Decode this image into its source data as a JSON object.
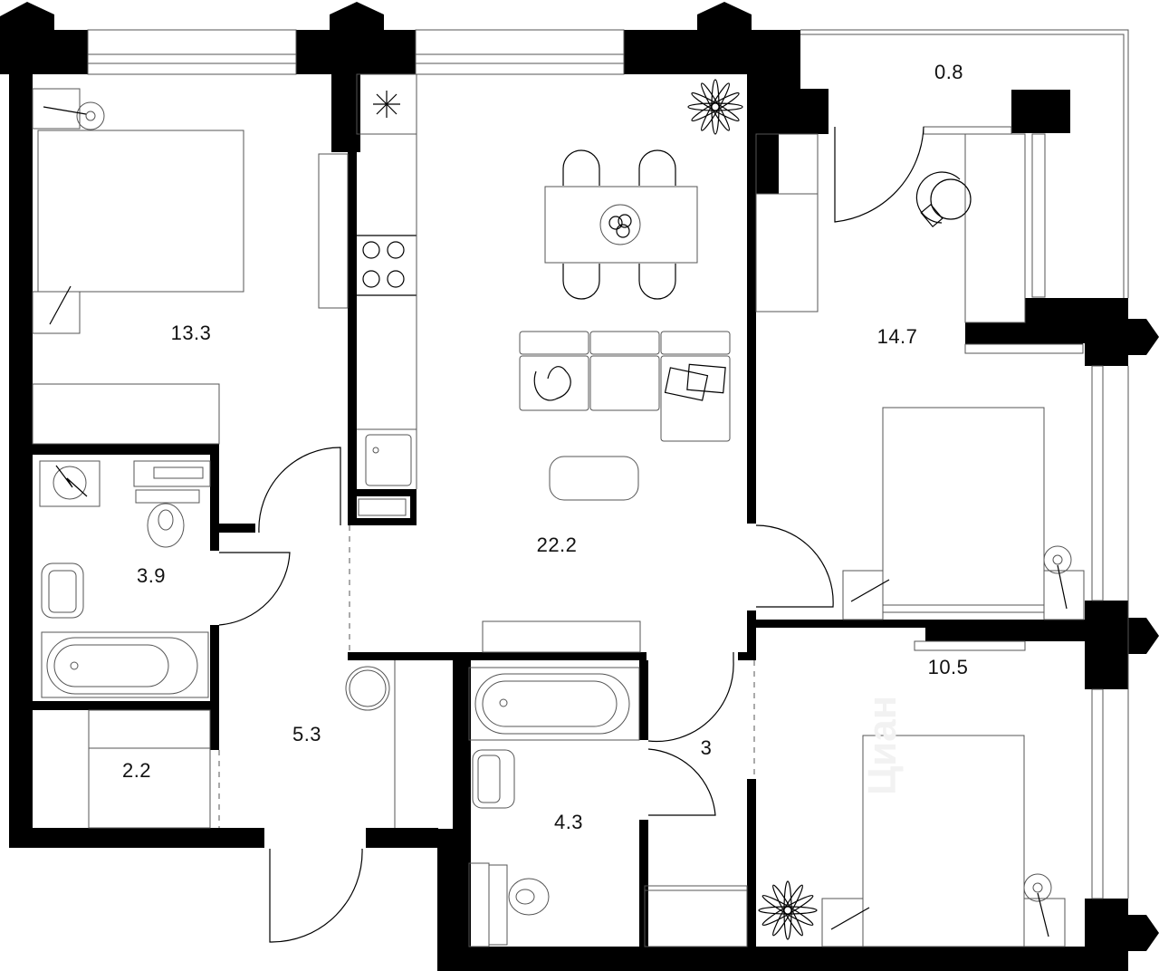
{
  "plan": {
    "rooms": [
      {
        "id": "bedroom-1",
        "area": "13.3"
      },
      {
        "id": "living-kitchen",
        "area": "22.2"
      },
      {
        "id": "balcony",
        "area": "0.8"
      },
      {
        "id": "bedroom-2",
        "area": "14.7"
      },
      {
        "id": "bathroom-1",
        "area": "3.9"
      },
      {
        "id": "hall",
        "area": "5.3"
      },
      {
        "id": "storage",
        "area": "2.2"
      },
      {
        "id": "bathroom-2",
        "area": "4.3"
      },
      {
        "id": "corridor",
        "area": "3"
      },
      {
        "id": "bedroom-3",
        "area": "10.5"
      }
    ],
    "watermark": "Циан"
  }
}
